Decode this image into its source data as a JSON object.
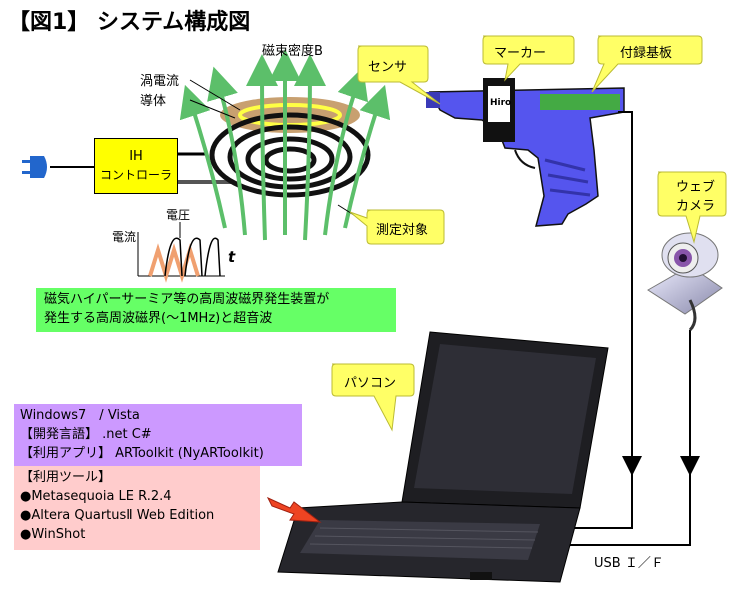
{
  "title": "【図1】 システム構成図",
  "labels": {
    "magnetic_flux": "磁束密度B",
    "eddy_current": "渦電流",
    "conductor": "導体",
    "ih_line1": "IH",
    "ih_line2": "コントローラ",
    "current": "電流",
    "voltage": "電圧",
    "time_axis": "t",
    "target": "測定対象",
    "sensor": "センサ",
    "marker": "マーカー",
    "hiro": "Hiro",
    "board": "付録基板",
    "webcam_line1": "ウェブ",
    "webcam_line2": "カメラ",
    "pc": "パソコン",
    "usb": "USB Ｉ／Ｆ"
  },
  "description": {
    "line1": "磁気ハイパーサーミア等の高周波磁界発生装置が",
    "line2": "発生する高周波磁界(～1MHz)と超音波"
  },
  "env_box": {
    "os": "Windows7　/ Vista",
    "lang": "【開発言語】 .net C#",
    "app": "【利用アプリ】 ARToolkit (NyARToolkit)"
  },
  "tools_box": {
    "heading": "【利用ツール】",
    "items": [
      "●Metasequoia LE R.2.4",
      "●Altera QuartusⅡ Web Edition",
      "●WinShot"
    ]
  },
  "colors": {
    "ih_box": "#ffff00",
    "desc_box": "#66ff66",
    "env_box": "#cc99ff",
    "tools_box": "#ffcccc",
    "callout": "#ffff66",
    "gun": "#5555ee",
    "board": "#44aa44",
    "arrow_green": "#5cbf6a",
    "wave_orange": "#f0a070",
    "pointer_arrow": "#ee4422"
  }
}
